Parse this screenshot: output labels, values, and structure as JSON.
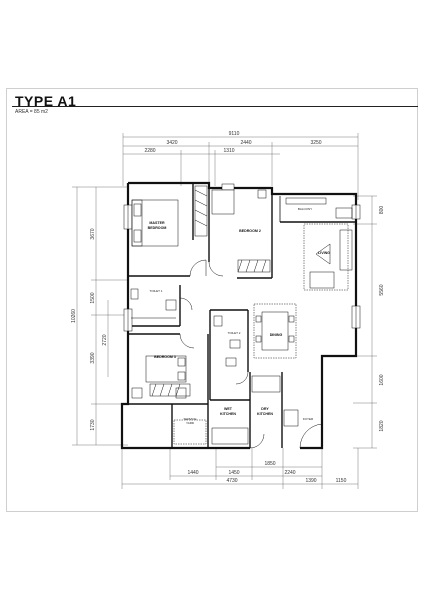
{
  "header": {
    "title": "TYPE A1",
    "area": "AREA = 85 m2"
  },
  "dimensions": {
    "top_overall": "9110",
    "top_row2": [
      "3420",
      "2440",
      "3250"
    ],
    "top_row3": [
      "2280",
      "1310"
    ],
    "left_overall": "10260",
    "left_row": [
      "3670",
      "1500",
      "3390",
      "1730"
    ],
    "left_inner": "2720",
    "right_row": [
      "800",
      "5560",
      "1600",
      "1820"
    ],
    "bottom_row1": [
      "1850",
      "2240"
    ],
    "bottom_row2": [
      "1440",
      "1450"
    ],
    "bottom_row3": [
      "4730",
      "1390",
      "1150"
    ]
  },
  "rooms": {
    "master_bedroom": [
      "MASTER",
      "BEDROOM"
    ],
    "bedroom2": "BEDROOM 2",
    "bedroom3": "BEDROOM 3",
    "balcony": "BALCONY",
    "living": "LIVING",
    "dining": "DINING",
    "toilet1": "TOILET 1",
    "toilet2": "TOILET 2",
    "wet_kitchen": [
      "WET",
      "KITCHEN"
    ],
    "dry_kitchen": [
      "DRY",
      "KITCHEN"
    ],
    "service_yard": [
      "SERVICE",
      "YARD"
    ],
    "foyer": "FOYER"
  }
}
